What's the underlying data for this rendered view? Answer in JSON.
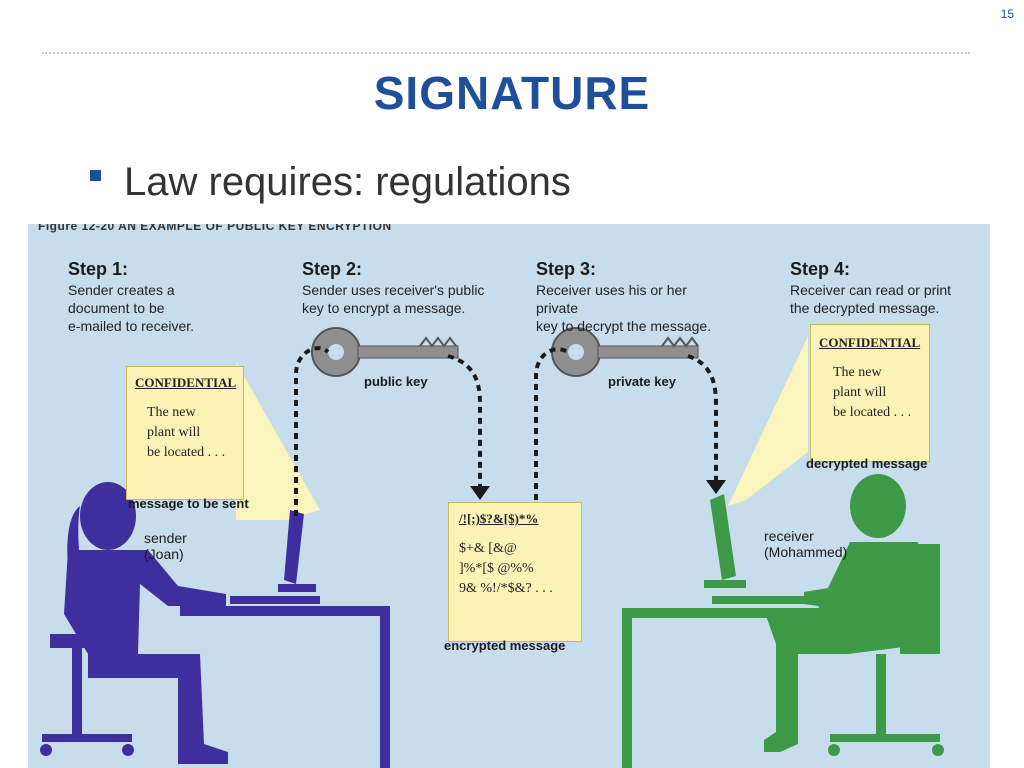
{
  "slide": {
    "number": "15",
    "title": "SIGNATURE",
    "bullet": "Law requires: regulations"
  },
  "figure": {
    "caption": "Figure 12-20 AN EXAMPLE OF PUBLIC KEY ENCRYPTION",
    "steps": [
      {
        "heading": "Step 1:",
        "text": "Sender creates a\ndocument to be\ne-mailed to receiver."
      },
      {
        "heading": "Step 2:",
        "text": "Sender uses receiver's public\nkey to encrypt a message."
      },
      {
        "heading": "Step 3:",
        "text": "Receiver uses his or her private\nkey to decrypt the message."
      },
      {
        "heading": "Step 4:",
        "text": "Receiver can read or print\nthe decrypted message."
      }
    ],
    "sender_note": {
      "heading": "CONFIDENTIAL",
      "body": "The new\nplant will\nbe located . . ."
    },
    "receiver_note": {
      "heading": "CONFIDENTIAL",
      "body": "The new\nplant will\nbe located . . ."
    },
    "encrypted_note": {
      "heading": "/![;)$?&[$)*%",
      "body": "$+& [&@\n]%*[$ @%%\n9& %!/*$&? . . ."
    },
    "labels": {
      "message_to_be_sent": "message to be sent",
      "public_key": "public key",
      "private_key": "private key",
      "encrypted_message": "encrypted message",
      "decrypted_message": "decrypted message",
      "sender": "sender\n(Joan)",
      "receiver": "receiver\n(Mohammed)"
    },
    "colors": {
      "background": "#c8ddec",
      "sender_figure": "#3f2f9e",
      "receiver_figure": "#3f9a47",
      "note": "#fbf2b6",
      "key": "#8f8f8f",
      "title": "#1f4e9a"
    }
  }
}
